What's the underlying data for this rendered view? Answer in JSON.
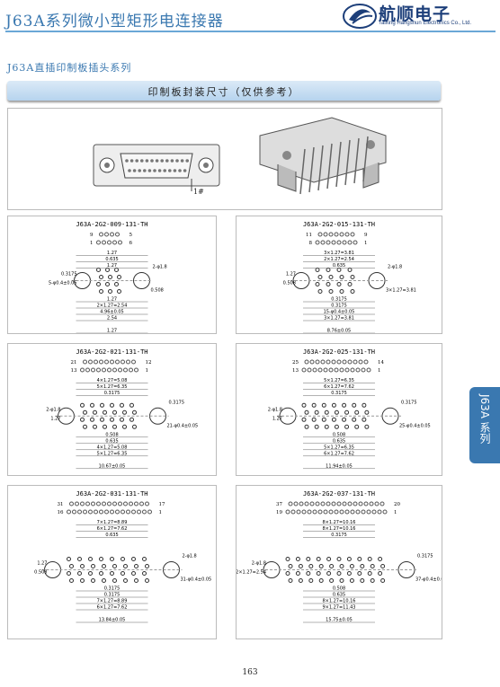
{
  "header": {
    "title": "J63A系列微小型矩形电连接器",
    "logo_cn": "航顺电子",
    "logo_en": "Taixing Hangshun Electronics Co., Ltd."
  },
  "section_title": "J63A直插印制板插头系列",
  "band_title": "印制板封装尺寸（仅供参考）",
  "side_tab": "J63A 系列",
  "page_number": "163",
  "pin1_mark": "1#",
  "diagrams": [
    {
      "title": "J63A-2G2-009-131-TH",
      "top_counts": [
        "9",
        "5",
        "1",
        "6"
      ],
      "labels": [
        "1.27",
        "0.635",
        "1.27",
        "2-φ1.8",
        "0.3175",
        "5-φ0.4±0.05",
        "1.27",
        "2×1.27=2.54",
        "4.96±0.05",
        "2.54",
        "0.508",
        "1.27"
      ]
    },
    {
      "title": "J63A-2G2-015-131-TH",
      "top_counts": [
        "11",
        "9",
        "8",
        "1"
      ],
      "labels": [
        "3×1.27=3.81",
        "2×1.27=2.54",
        "0.635",
        "2-φ1.8",
        "1.27",
        "0.508",
        "0.3175",
        "0.3175",
        "15-φ0.4±0.05",
        "3×1.27=3.81",
        "3×1.27=3.81",
        "8.76±0.05"
      ]
    },
    {
      "title": "J63A-2G2-021-131-TH",
      "top_counts": [
        "21",
        "12",
        "13",
        "1"
      ],
      "labels": [
        "4×1.27=5.08",
        "5×1.27=6.35",
        "0.3175",
        "0.3175",
        "2-φ1.8",
        "1.27",
        "0.508",
        "0.635",
        "4×1.27=5.08",
        "5×1.27=6.35",
        "21-φ0.4±0.05",
        "10.67±0.05"
      ]
    },
    {
      "title": "J63A-2G2-025-131-TH",
      "top_counts": [
        "25",
        "14",
        "13",
        "1"
      ],
      "labels": [
        "5×1.27=6.35",
        "6×1.27=7.62",
        "0.3175",
        "0.3175",
        "2-φ1.8",
        "1.27",
        "0.508",
        "0.635",
        "5×1.27=6.35",
        "6×1.27=7.62",
        "25-φ0.4±0.05",
        "11.94±0.05"
      ]
    },
    {
      "title": "J63A-2G2-031-131-TH",
      "top_counts": [
        "31",
        "17",
        "16",
        "1"
      ],
      "labels": [
        "7×1.27=8.89",
        "6×1.27=7.62",
        "0.635",
        "2-φ1.8",
        "1.27",
        "0.508",
        "0.3175",
        "0.3175",
        "7×1.27=8.89",
        "6×1.27=7.62",
        "31-φ0.4±0.05",
        "13.84±0.05"
      ]
    },
    {
      "title": "J63A-2G2-037-131-TH",
      "top_counts": [
        "37",
        "20",
        "19",
        "1"
      ],
      "labels": [
        "8×1.27=10.16",
        "8×1.27=10.16",
        "0.3175",
        "0.3175",
        "2-φ1.8",
        "2×1.27=2.54",
        "0.508",
        "0.635",
        "8×1.27=10.16",
        "9×1.27=11.43",
        "37-φ0.4±0.05",
        "15.75±0.05"
      ]
    }
  ]
}
